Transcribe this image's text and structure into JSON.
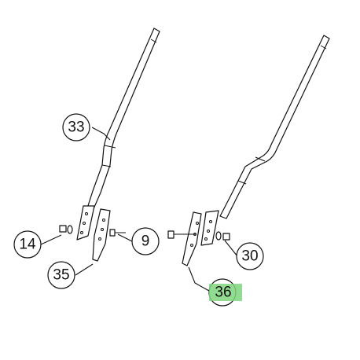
{
  "callouts": [
    {
      "id": "c33",
      "label": "33"
    },
    {
      "id": "c14",
      "label": "14"
    },
    {
      "id": "c9",
      "label": "9"
    },
    {
      "id": "c35",
      "label": "35"
    },
    {
      "id": "c30",
      "label": "30"
    },
    {
      "id": "c36",
      "label": "36"
    }
  ],
  "highlight": {
    "label": "36",
    "color": "#7ed67e"
  }
}
